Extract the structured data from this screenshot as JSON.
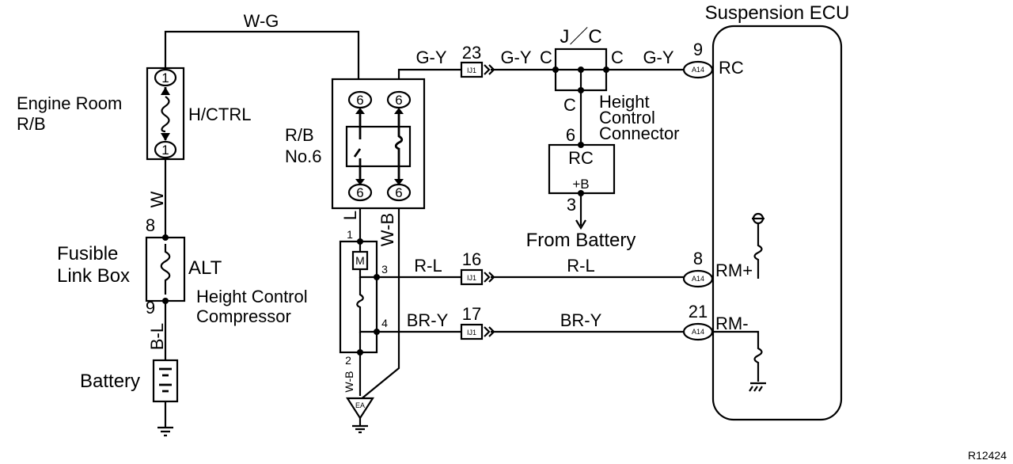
{
  "title": "Suspension ECU",
  "figure_id": "R12424",
  "components": {
    "engine_room_rb": {
      "line1": "Engine Room",
      "line2": "R/B",
      "fuse": "H/CTRL",
      "pin_top": "1",
      "pin_bottom": "1"
    },
    "fusible_link_box": {
      "line1": "Fusible",
      "line2": "Link Box",
      "fuse": "ALT",
      "pin_top": "8",
      "pin_bottom": "9"
    },
    "battery": {
      "label": "Battery"
    },
    "rb_no6": {
      "line1": "R/B",
      "line2": "No.6",
      "pin": "6"
    },
    "compressor": {
      "line1": "Height Control",
      "line2": "Compressor",
      "pin1": "1",
      "pin2": "2",
      "pin3": "3",
      "pin4": "4",
      "motor": "M"
    },
    "jc": {
      "label": "J／C",
      "left": "C",
      "right": "C",
      "bottom": "C"
    },
    "height_control_connector": {
      "line1": "Height",
      "line2": "Control",
      "line3": "Connector",
      "pin_top": "6",
      "pin_bottom": "3",
      "name": "RC",
      "plus_b": "+B"
    },
    "from_battery": "From Battery",
    "ground_ea": "EA",
    "ecu": {
      "pin_rc": "9",
      "pin_rmplus": "8",
      "pin_rmminus": "21",
      "rc": "RC",
      "rmplus": "RM+",
      "rmminus": "RM-",
      "conn": "A14"
    },
    "ij1": {
      "label": "IJ1",
      "pin_gy": "23",
      "pin_rl": "16",
      "pin_bry": "17"
    }
  },
  "wires": {
    "wg": "W-G",
    "w": "W",
    "bl": "B-L",
    "l": "L",
    "wb": "W-B",
    "gy": "G-Y",
    "rl": "R-L",
    "bry": "BR-Y"
  }
}
